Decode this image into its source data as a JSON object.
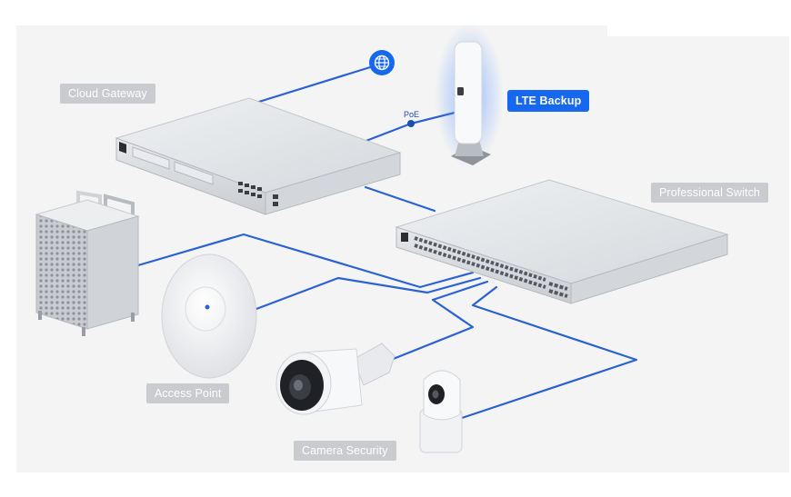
{
  "diagram": {
    "title": "",
    "nodes": {
      "cloud_gateway": {
        "label": "Cloud Gateway"
      },
      "lte_backup": {
        "label": "LTE Backup"
      },
      "professional_switch": {
        "label": "Professional Switch"
      },
      "access_point": {
        "label": "Access Point"
      },
      "camera_security": {
        "label": "Camera Security"
      },
      "workstation": {
        "label": ""
      },
      "internet": {
        "label": ""
      }
    },
    "edges": [
      {
        "from": "cloud_gateway",
        "to": "internet",
        "label": ""
      },
      {
        "from": "cloud_gateway",
        "to": "lte_backup",
        "label": "PoE"
      },
      {
        "from": "cloud_gateway",
        "to": "professional_switch",
        "label": ""
      },
      {
        "from": "professional_switch",
        "to": "workstation",
        "label": ""
      },
      {
        "from": "professional_switch",
        "to": "access_point",
        "label": ""
      },
      {
        "from": "professional_switch",
        "to": "camera_security",
        "label": ""
      }
    ],
    "colors": {
      "link": "#2a62d4",
      "accent": "#1668f0",
      "label_bg": "#c9cbce",
      "background": "#f4f4f4"
    },
    "icons": [
      "globe-icon"
    ]
  }
}
